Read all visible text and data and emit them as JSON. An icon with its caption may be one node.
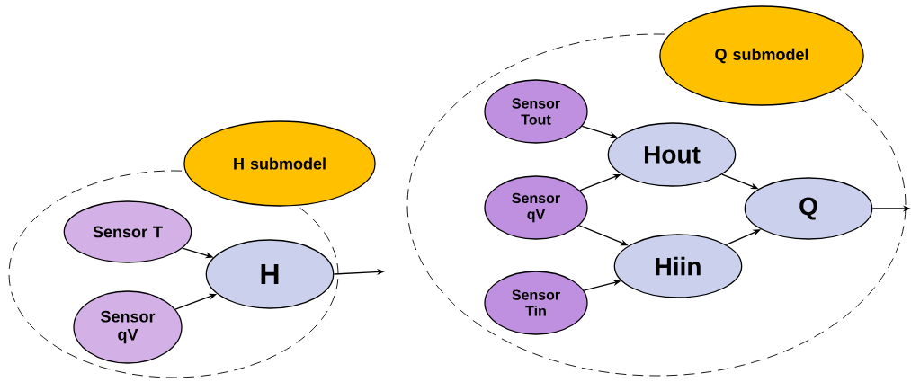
{
  "diagram": {
    "nodes": [
      {
        "text": [],
        "shape": "ellipse"
      },
      {
        "text": [
          "H submodel"
        ]
      },
      {
        "text": [
          "Sensor T"
        ],
        "in": 0
      },
      {
        "text": [
          "Sensor qV"
        ],
        "in": 0
      },
      {
        "text": [
          "H"
        ],
        "in": 0
      },
      {
        "text": [],
        "shape": "ellipse"
      },
      {
        "text": [
          "Q submodel"
        ]
      },
      {
        "text": [
          "Sensor Tout"
        ],
        "in": 5
      },
      {
        "text": [
          "Sensor qV"
        ],
        "in": 5
      },
      {
        "text": [
          "Sensor Tin"
        ],
        "in": 5
      },
      {
        "text": [
          "Hout"
        ],
        "in": 5
      },
      {
        "text": [
          "Hiin"
        ],
        "in": 5
      },
      {
        "text": [
          "Q"
        ],
        "in": 5
      }
    ],
    "edges": [
      {
        "from": 2,
        "to": 4,
        "arrow": "to"
      },
      {
        "from": 3,
        "to": 4,
        "arrow": "to"
      },
      {
        "from": 4,
        "to": null,
        "arrow": "to"
      },
      {
        "from": 7,
        "to": 10,
        "arrow": "to"
      },
      {
        "from": 8,
        "to": 10,
        "arrow": "to"
      },
      {
        "from": 8,
        "to": 11,
        "arrow": "to"
      },
      {
        "from": 9,
        "to": 11,
        "arrow": "to"
      },
      {
        "from": 10,
        "to": 12,
        "arrow": "to"
      },
      {
        "from": 11,
        "to": 12,
        "arrow": "to"
      },
      {
        "from": 12,
        "to": null,
        "arrow": "to"
      }
    ]
  }
}
